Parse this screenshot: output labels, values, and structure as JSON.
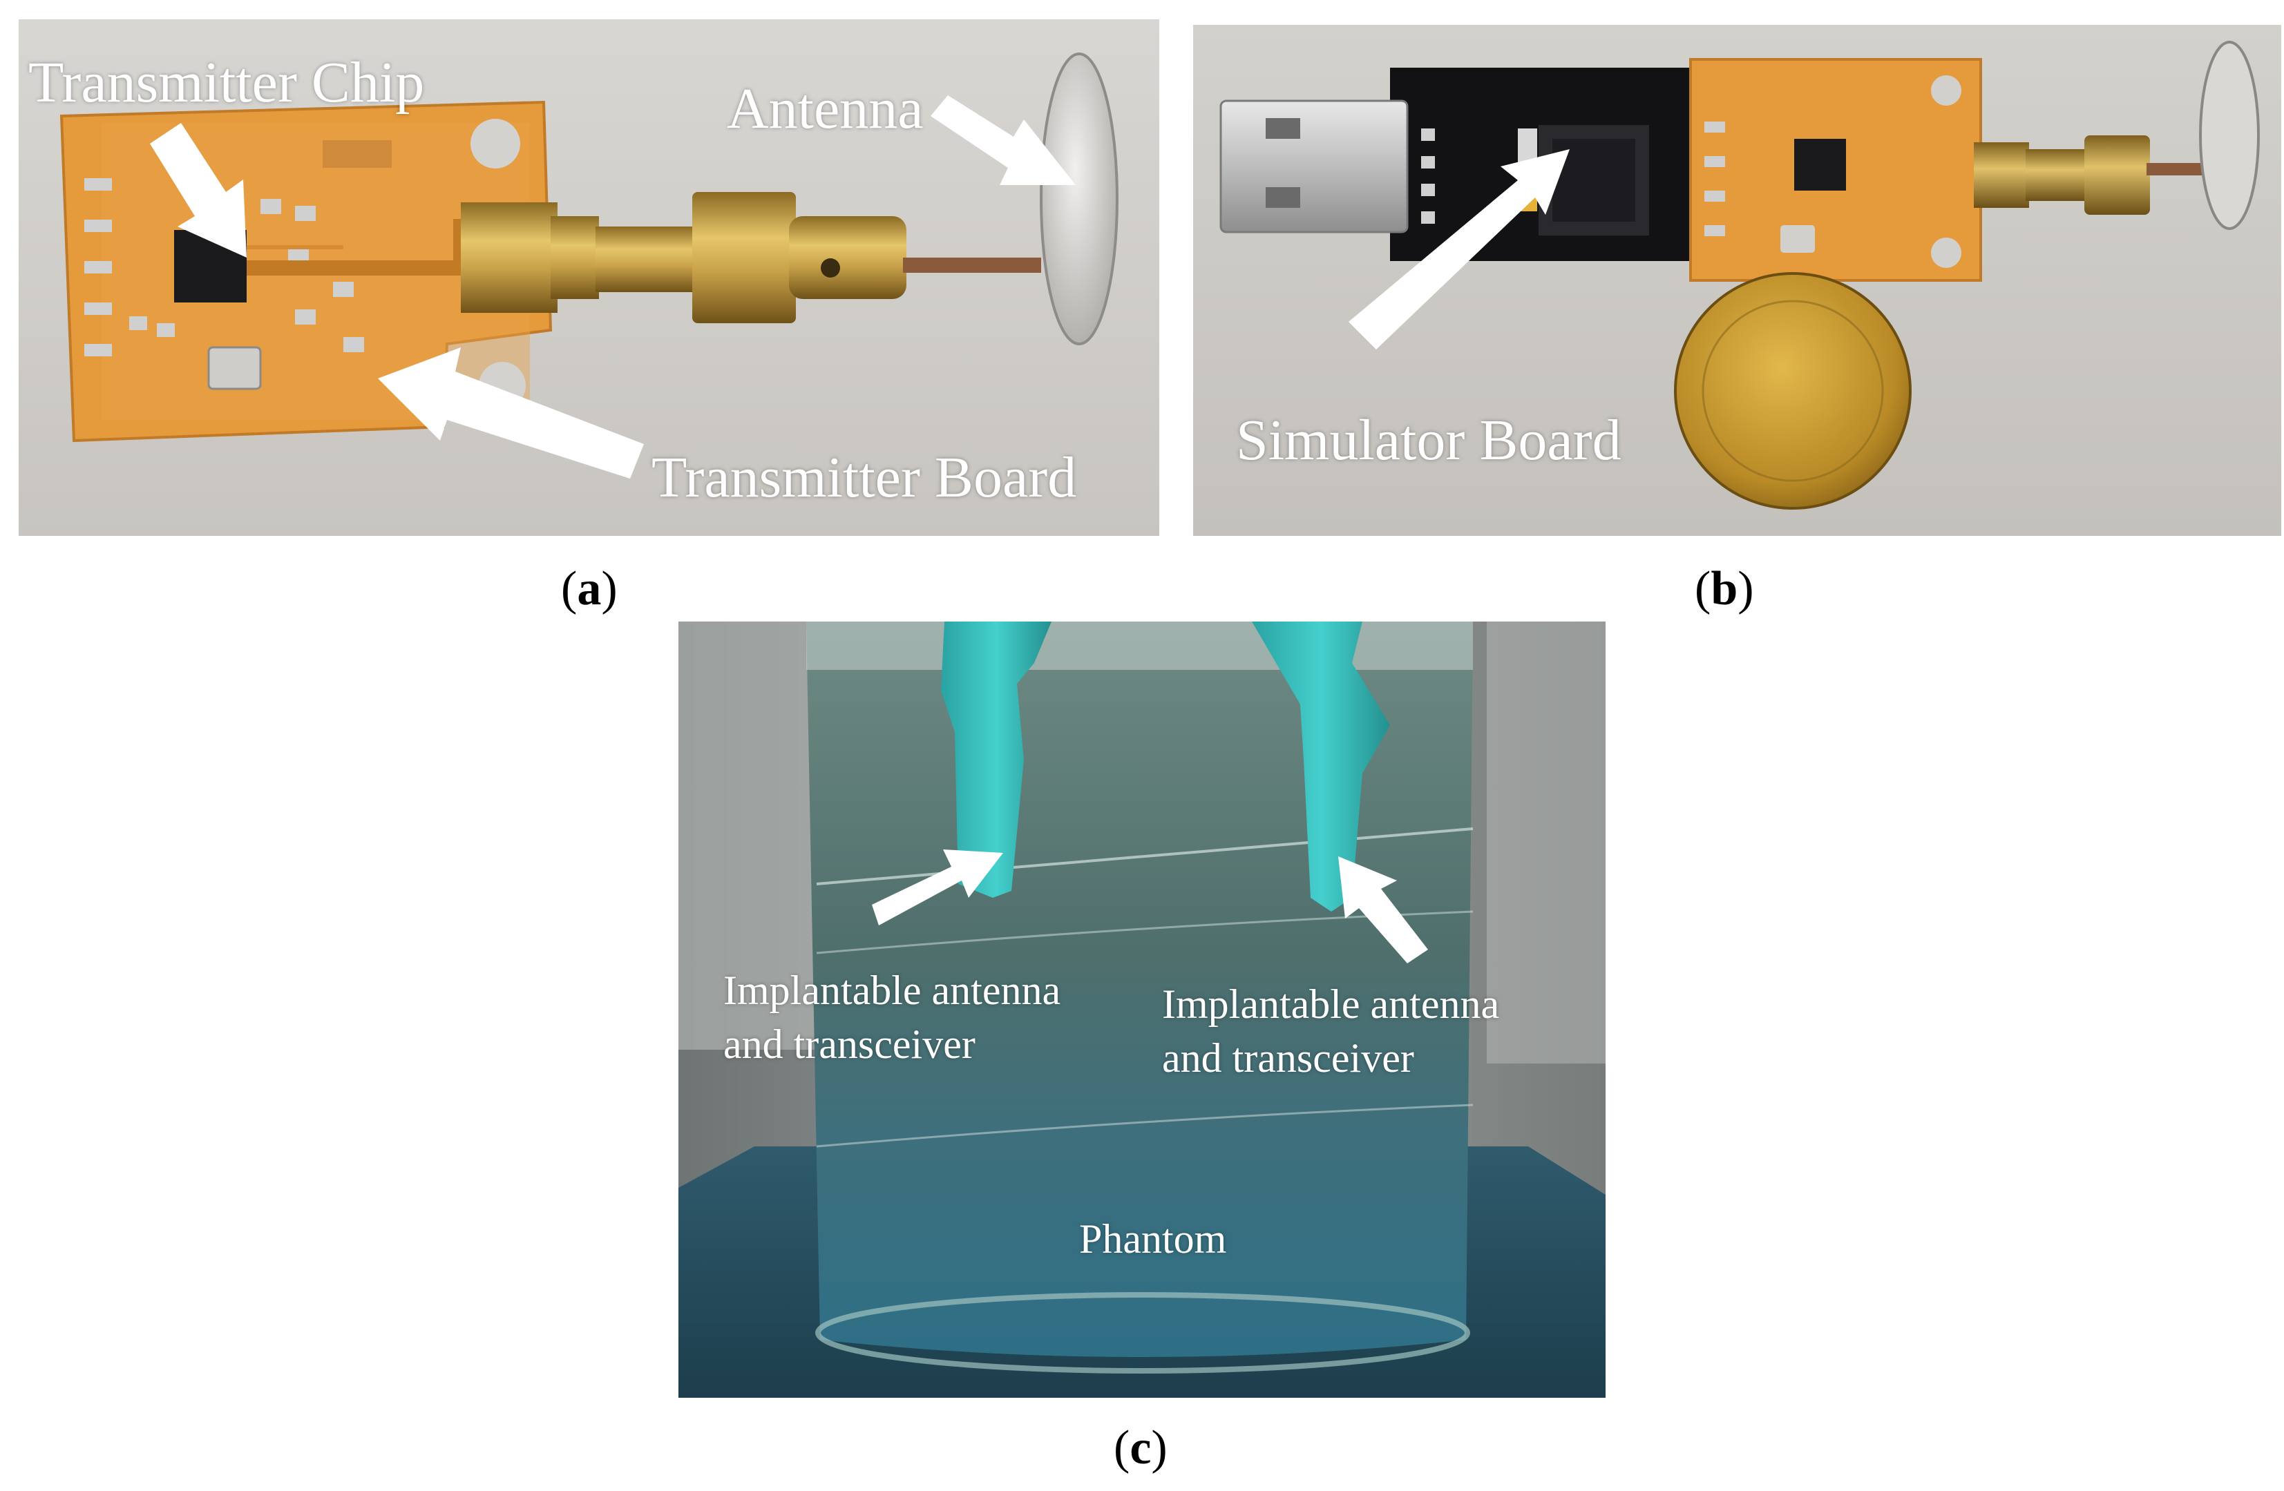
{
  "panels": {
    "a": {
      "caption_open": "(",
      "caption_letter": "a",
      "caption_close": ")",
      "labels": {
        "transmitter_chip": "Transmitter Chip",
        "antenna": "Antenna",
        "transmitter_board": "Transmitter Board"
      }
    },
    "b": {
      "caption_open": "(",
      "caption_letter": "b",
      "caption_close": ")",
      "labels": {
        "simulator_board": "Simulator Board"
      }
    },
    "c": {
      "caption_open": "(",
      "caption_letter": "c",
      "caption_close": ")",
      "labels": {
        "implant_left": "Implantable antenna\nand transceiver",
        "implant_right": "Implantable antenna\nand transceiver",
        "phantom": "Phantom"
      }
    }
  },
  "colors": {
    "pcb": "#e59a3c",
    "brass": "#c9a24a",
    "photo_bg_ab": "#cfccc6",
    "phantom_liquid": "#4f6f6c",
    "phantom_blue": "#2f6f86",
    "glove_cyan": "#3fc7c5",
    "arrow": "#ffffff"
  },
  "icons": {
    "arrows": "white-arrow-icon",
    "coin": "euro-coin-icon",
    "usb": "usb-plug-icon"
  }
}
